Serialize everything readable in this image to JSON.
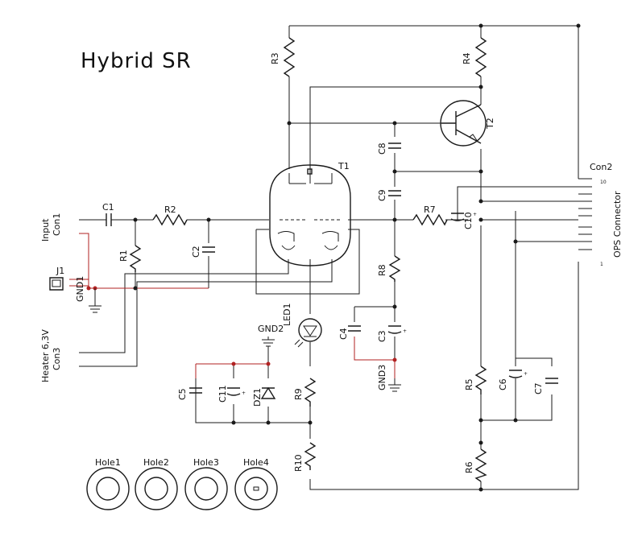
{
  "title": "Hybrid SR",
  "connectors": {
    "input_name": "Input",
    "input_ref": "Con1",
    "heater_name": "Heater 6,3V",
    "heater_ref": "Con3",
    "ops_name": "OPS Connector",
    "ops_ref": "Con2",
    "ops_pin10_label": "10",
    "ops_pin1_label": "1",
    "jack": "J1"
  },
  "components": {
    "C1": "C1",
    "C2": "C2",
    "C3": "C3",
    "C4": "C4",
    "C5": "C5",
    "C6": "C6",
    "C7": "C7",
    "C8": "C8",
    "C9": "C9",
    "C10": "C10",
    "C11": "C11",
    "R1": "R1",
    "R2": "R2",
    "R3": "R3",
    "R4": "R4",
    "R5": "R5",
    "R6": "R6",
    "R7": "R7",
    "R8": "R8",
    "R9": "R9",
    "R10": "R10",
    "T1": "T1",
    "T2": "T2",
    "LED1": "LED1",
    "DZ1": "DZ1",
    "GND1": "GND1",
    "GND2": "GND2",
    "GND3": "GND3"
  },
  "holes": [
    "Hole1",
    "Hole2",
    "Hole3",
    "Hole4"
  ],
  "colors": {
    "wire": "#1a1a1a",
    "ground_net": "#b22222"
  }
}
